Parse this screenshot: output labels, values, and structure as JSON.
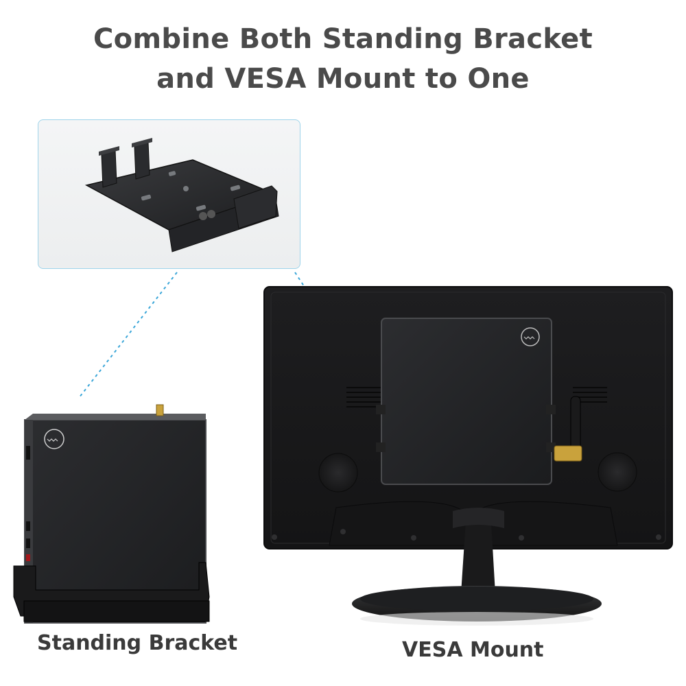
{
  "heading": {
    "line1": "Combine Both Standing Bracket",
    "line2": "and VESA Mount to One"
  },
  "captions": {
    "left": "Standing Bracket",
    "right": "VESA Mount"
  },
  "colors": {
    "heading_text": "#4a4a4a",
    "inset_border": "#9ed3ea",
    "connector_line": "#3aa6d8",
    "device_body": "#1c1c1e"
  }
}
